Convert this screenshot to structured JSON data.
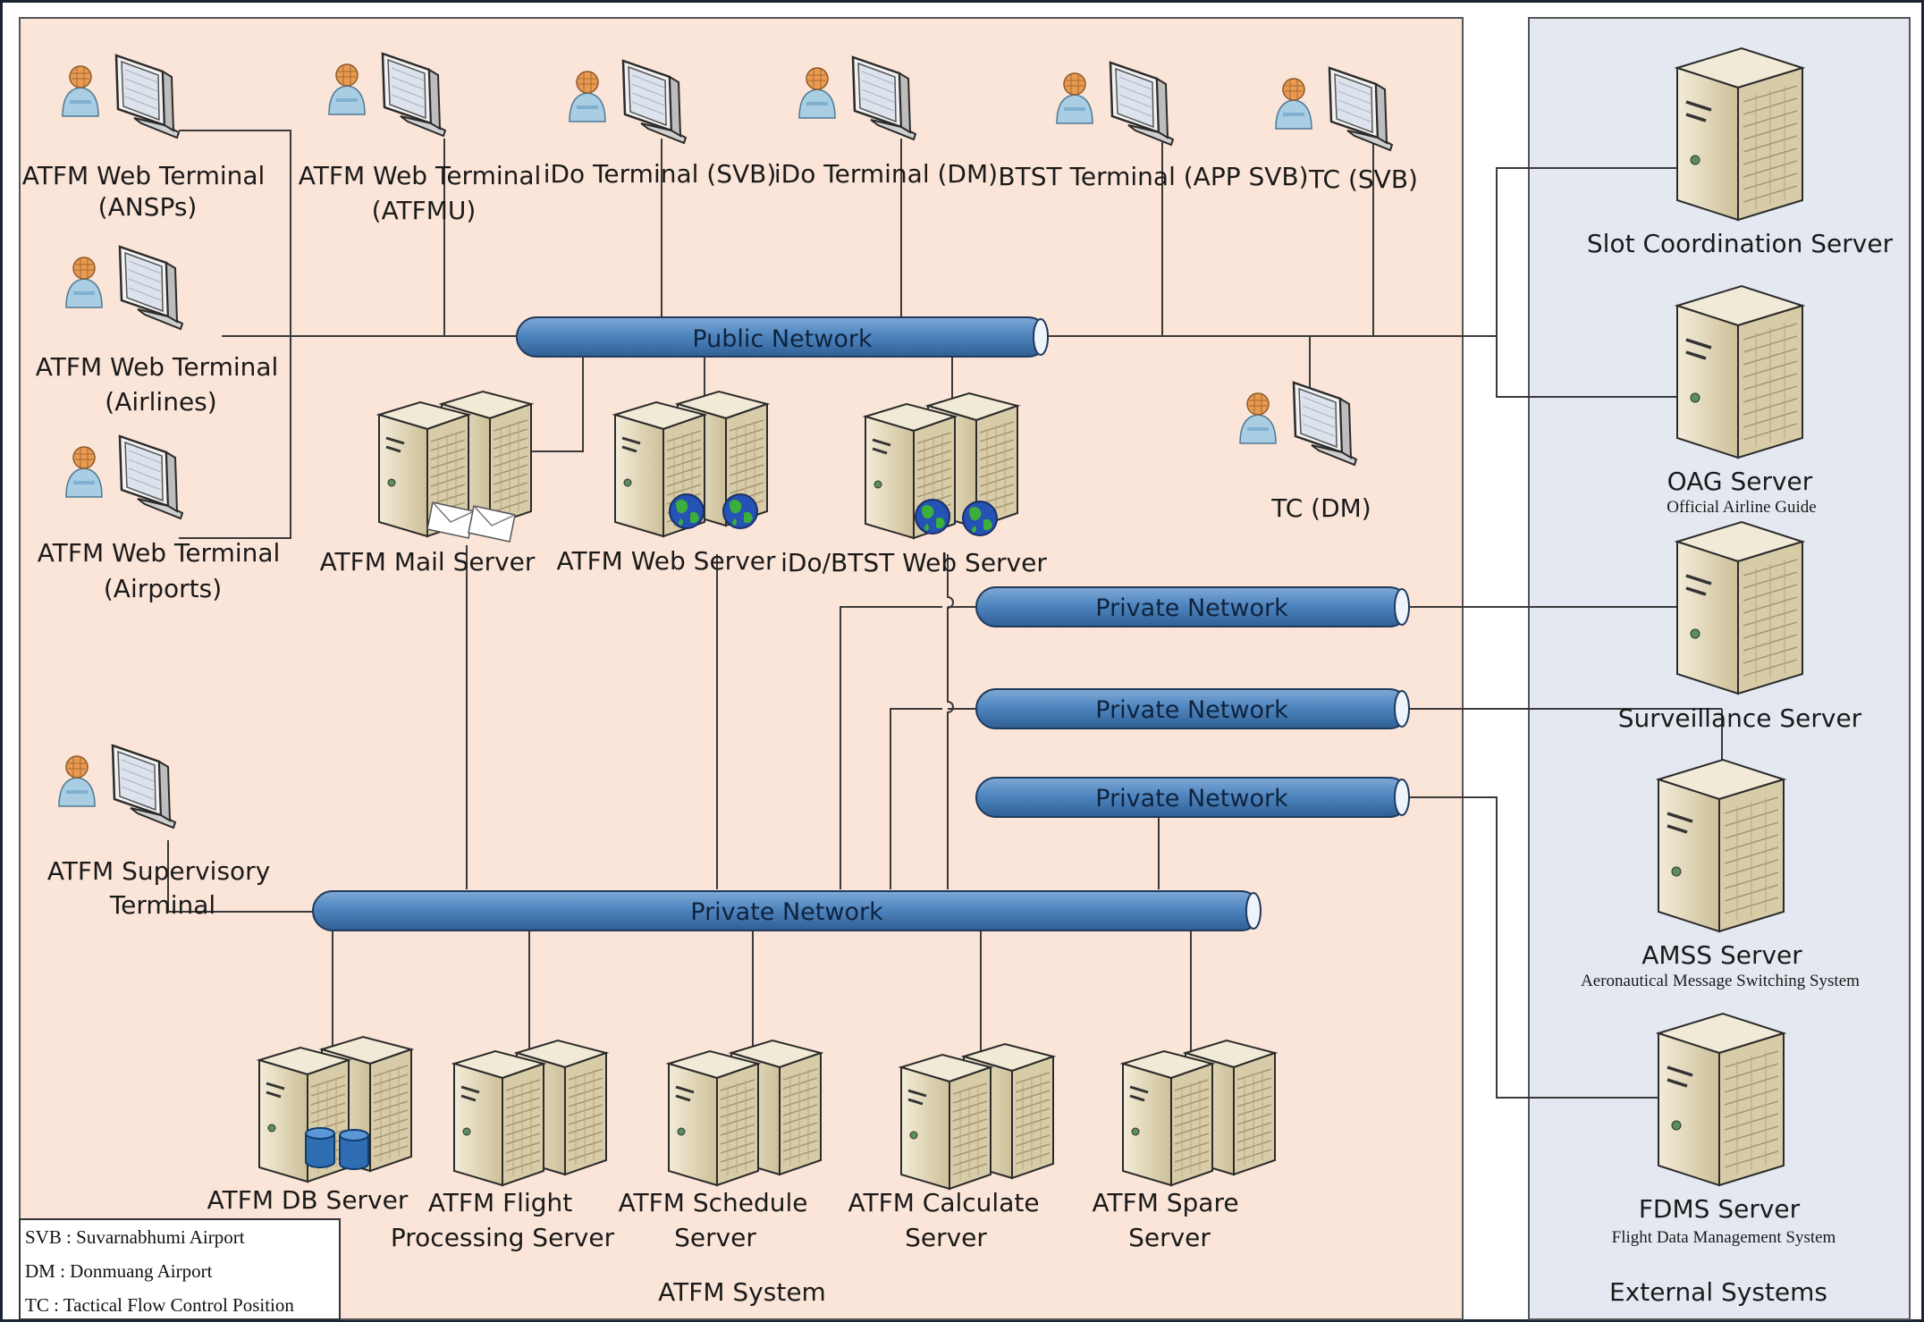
{
  "zones": {
    "atfm_system": "ATFM System",
    "external_systems": "External Systems"
  },
  "networks": {
    "public": "Public Network",
    "private_1": "Private Network",
    "private_2": "Private Network",
    "private_3": "Private Network",
    "private_main": "Private Network"
  },
  "terminals": {
    "ansps": [
      "ATFM  Web Terminal",
      "(ANSPs)"
    ],
    "atfmu": [
      "ATFM  Web Terminal",
      "(ATFMU)"
    ],
    "ido_svb": [
      "iDo Terminal (SVB)"
    ],
    "ido_dm": [
      "iDo Terminal (DM)"
    ],
    "btst_svb": [
      "BTST Terminal (APP SVB)"
    ],
    "tc_svb": [
      "TC (SVB)"
    ],
    "airlines": [
      "ATFM  Web Terminal",
      "(Airlines)"
    ],
    "airports": [
      "ATFM  Web Terminal",
      "(Airports)"
    ],
    "tc_dm": [
      "TC (DM)"
    ],
    "supervisory": [
      "ATFM Supervisory",
      "Terminal"
    ]
  },
  "servers": {
    "mail": [
      "ATFM  Mail Server"
    ],
    "web": [
      "ATFM  Web Server"
    ],
    "ido_btst": [
      "iDo/BTST Web Server"
    ],
    "db": [
      "ATFM DB Server"
    ],
    "flight": [
      "ATFM  Flight",
      "Processing Server"
    ],
    "schedule": [
      "ATFM Schedule",
      "Server"
    ],
    "calculate": [
      "ATFM  Calculate",
      "Server"
    ],
    "spare": [
      "ATFM  Spare",
      "Server"
    ]
  },
  "external": {
    "slot": {
      "name": "Slot Coordination Server",
      "desc": ""
    },
    "oag": {
      "name": "OAG Server",
      "desc": "Official Airline Guide"
    },
    "surveillance": {
      "name": "Surveillance Server",
      "desc": ""
    },
    "amss": {
      "name": "AMSS Server",
      "desc": "Aeronautical Message  Switching System"
    },
    "fdms": {
      "name": "FDMS Server",
      "desc": "Flight Data Management System"
    }
  },
  "legend": [
    "SVB : Suvarnabhumi Airport",
    "DM : Donmuang Airport",
    "TC : Tactical Flow Control Position"
  ],
  "colors": {
    "atfm_zone_bg": "#fbe5d8",
    "external_zone_bg": "#e4e9f1",
    "network_pipe": "#4f86c0",
    "server_body": "#e6dcc0",
    "person": "#a9cde2",
    "person_head": "#e89a52"
  }
}
